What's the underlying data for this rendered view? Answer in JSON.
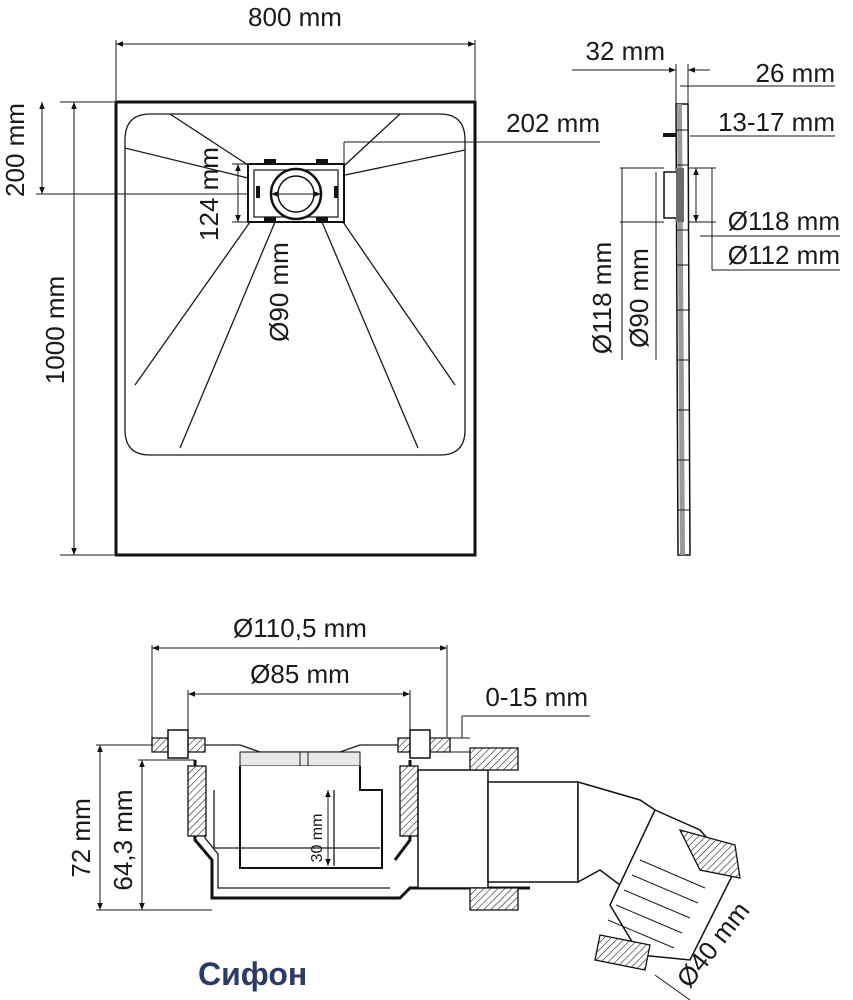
{
  "tray_plan": {
    "width_label": "800 mm",
    "length_label": "1000 mm",
    "drain_offset_label": "200 mm",
    "drain_box_label": "124 mm",
    "drain_hole_label": "Ø90 mm",
    "drain_side_label": "202 mm"
  },
  "tray_side": {
    "total_thickness_label": "32 mm",
    "body_thickness_label": "26 mm",
    "rim_label": "13-17 mm",
    "outer_dia_label": "Ø118 mm",
    "inner_dia_label": "Ø112 mm",
    "left_outer_label": "Ø118 mm",
    "left_inner_label": "Ø90 mm"
  },
  "siphon": {
    "top_dia_label": "Ø110,5 mm",
    "inner_dia_label": "Ø85 mm",
    "adjust_label": "0-15 mm",
    "height_label": "72 mm",
    "height_inner_label": "64,3 mm",
    "water_seal_label": "30 mm",
    "outlet_label": "Ø40 mm",
    "caption": "Сифон",
    "caption_color": "#2b3a67"
  }
}
